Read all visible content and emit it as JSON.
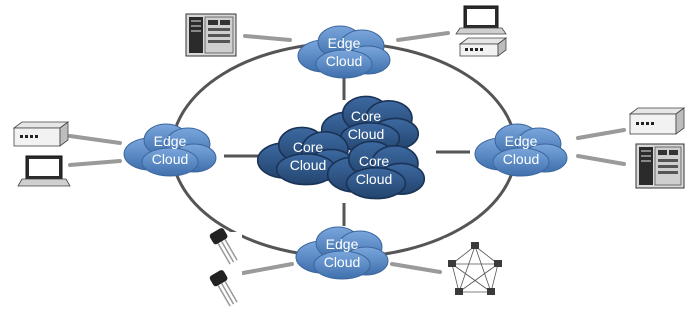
{
  "diagram": {
    "edge_clouds": [
      {
        "id": "top",
        "line1": "Edge",
        "line2": "Cloud"
      },
      {
        "id": "left",
        "line1": "Edge",
        "line2": "Cloud"
      },
      {
        "id": "right",
        "line1": "Edge",
        "line2": "Cloud"
      },
      {
        "id": "bottom",
        "line1": "Edge",
        "line2": "Cloud"
      }
    ],
    "core_clouds": [
      {
        "id": "back",
        "line1": "Core",
        "line2": "Cloud"
      },
      {
        "id": "left",
        "line1": "Core",
        "line2": "Cloud"
      },
      {
        "id": "right",
        "line1": "Core",
        "line2": "Cloud"
      }
    ],
    "devices": [
      "server-icon",
      "desktop-computer-icon",
      "network-appliance-icon",
      "laptop-icon",
      "sensor-icon",
      "mesh-network-icon"
    ],
    "colors": {
      "edge_fill": "#4f81bd",
      "edge_fill_light": "#6d9bd3",
      "core_fill": "#2e5687",
      "core_stroke": "#1f3b5e",
      "ring": "#555555",
      "link": "#8c8c8c",
      "label": "#ffffff"
    }
  }
}
